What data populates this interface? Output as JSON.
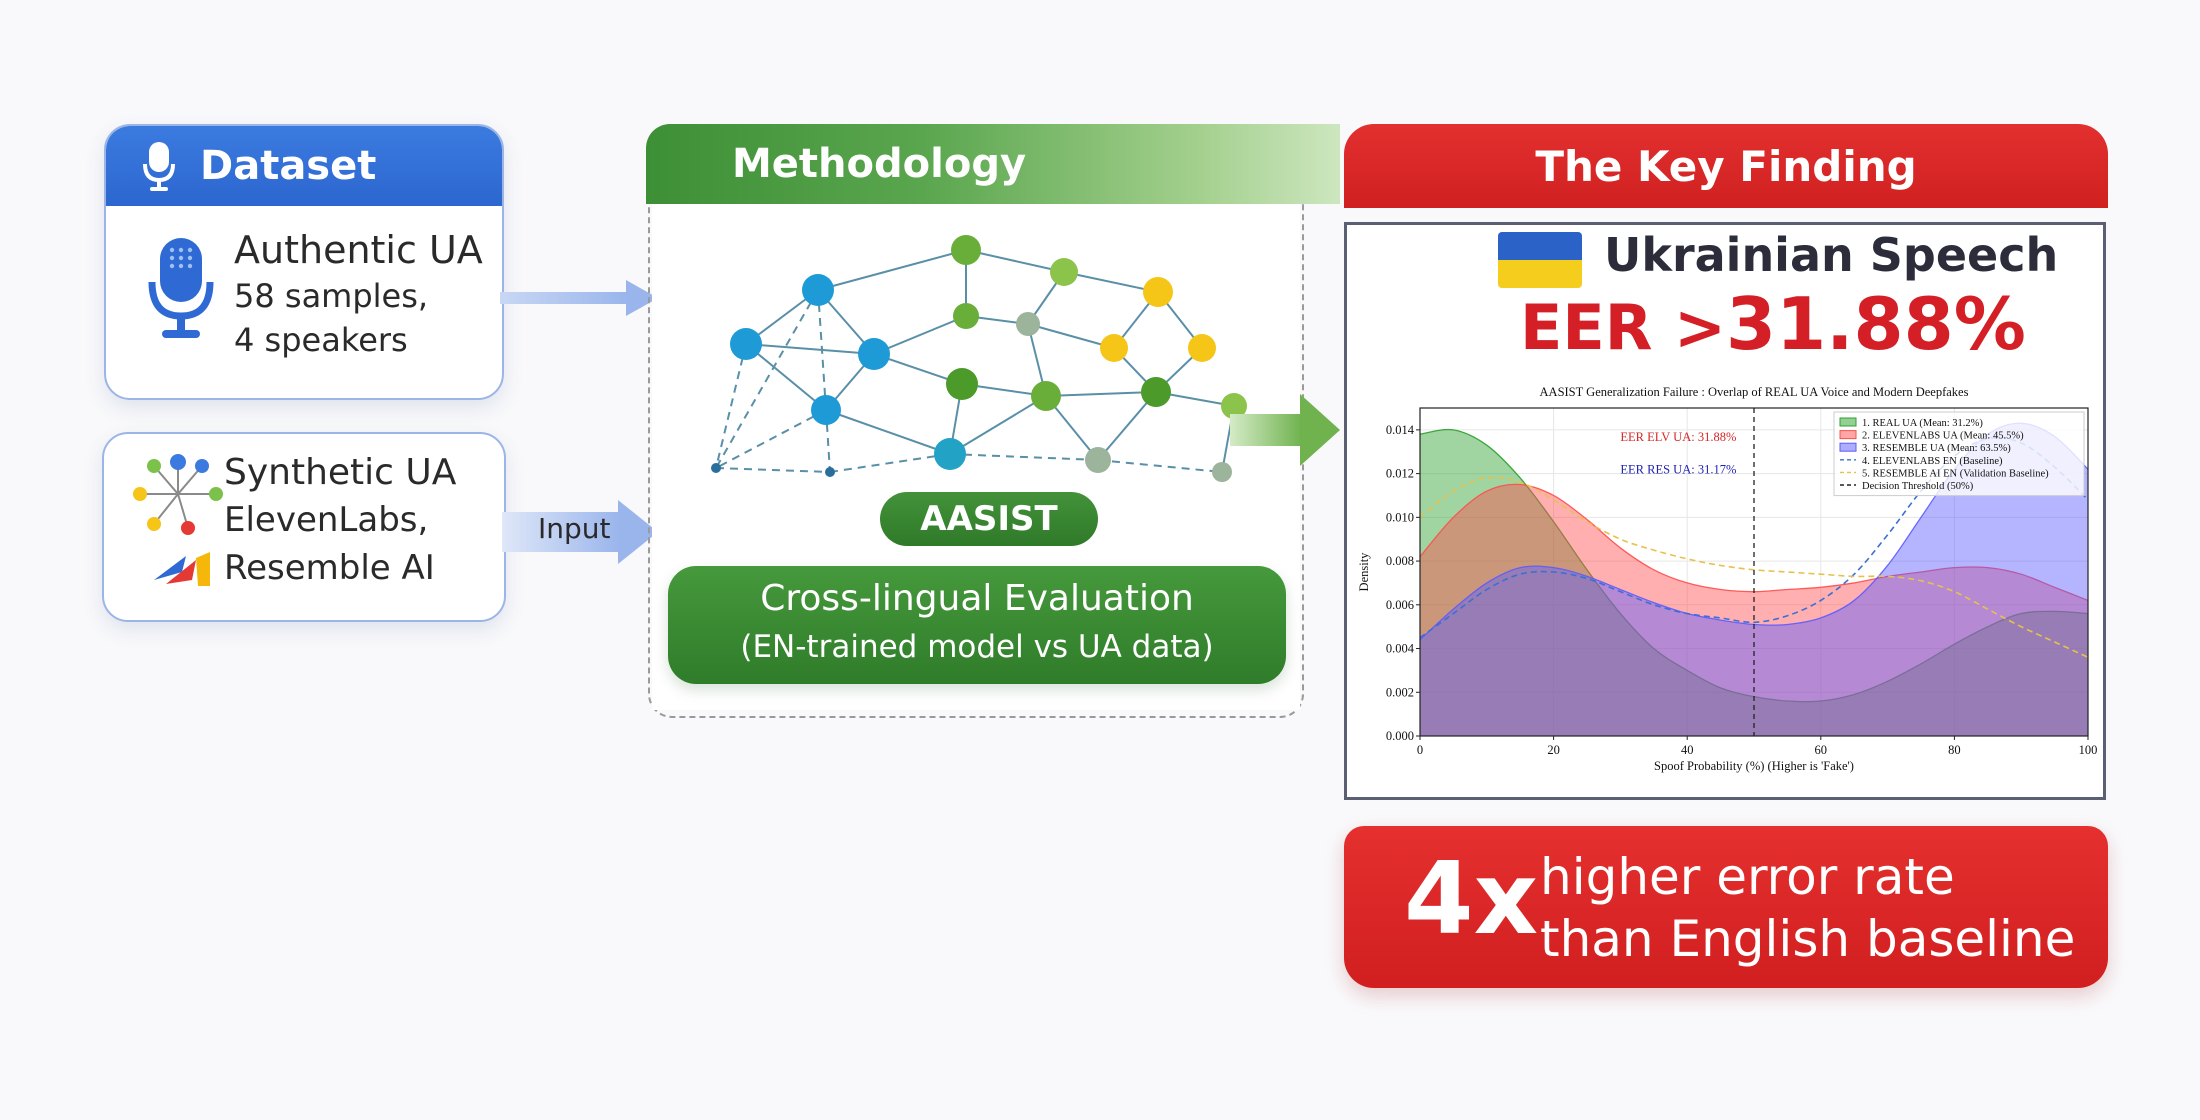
{
  "dataset": {
    "title": "Dataset",
    "authentic_title": "Authentic UA",
    "authentic_line2": "58 samples,",
    "authentic_line3": "4 speakers"
  },
  "synthetic": {
    "line1": "Synthetic UA",
    "line2": "ElevenLabs,",
    "line3": "Resemble AI"
  },
  "arrow_input_label": "Input",
  "methodology": {
    "title": "Methodology",
    "model_label": "AASIST",
    "eval_line1": "Cross-lingual Evaluation",
    "eval_line2": "(EN-trained model vs UA data)"
  },
  "finding": {
    "title": "The Key Finding",
    "language": "Ukrainian Speech",
    "eer_label": "EER >",
    "eer_value": "31.88%",
    "multiplier": "4x",
    "conclusion_line1": "higher error rate",
    "conclusion_line2": "than English baseline"
  },
  "colors": {
    "dataset_blue": "#2f6ad4",
    "method_green": "#3d8f36",
    "finding_red": "#d8252a",
    "flag_blue": "#2a62c8",
    "flag_yellow": "#f5cd1c"
  },
  "icons": [
    "microphone-icon",
    "network-hub-icon",
    "resemble-logo-icon",
    "ukraine-flag-icon",
    "arrow-right-icon",
    "neural-network-graph"
  ],
  "chart_data": {
    "type": "area",
    "title": "AASIST Generalization Failure : Overlap of REAL UA Voice and Modern Deepfakes",
    "xlabel": "Spoof Probability (%) (Higher is 'Fake')",
    "ylabel": "Density",
    "xlim": [
      0,
      100
    ],
    "ylim": [
      0,
      0.015
    ],
    "xticks": [
      0,
      20,
      40,
      60,
      80,
      100
    ],
    "yticks": [
      0.0,
      0.002,
      0.004,
      0.006,
      0.008,
      0.01,
      0.012,
      0.014
    ],
    "ytick_labels": [
      "0.000",
      "0.002",
      "0.004",
      "0.006",
      "0.008",
      "0.010",
      "0.012",
      "0.014"
    ],
    "grid": true,
    "legend_position": "top-right",
    "x": [
      0,
      5,
      10,
      15,
      20,
      25,
      30,
      35,
      40,
      45,
      50,
      55,
      60,
      65,
      70,
      75,
      80,
      85,
      90,
      95,
      100
    ],
    "series": [
      {
        "name": "1. REAL UA (Mean: 31.2%)",
        "style": "filled",
        "color": "#2ca02c",
        "values": [
          0.0138,
          0.014,
          0.0133,
          0.0118,
          0.0098,
          0.0076,
          0.0056,
          0.004,
          0.003,
          0.0022,
          0.0018,
          0.0016,
          0.0016,
          0.0019,
          0.0025,
          0.0033,
          0.0042,
          0.005,
          0.0056,
          0.0057,
          0.0056
        ]
      },
      {
        "name": "2. ELEVENLABS UA (Mean: 45.5%)",
        "style": "filled",
        "color": "#ff4d4d",
        "values": [
          0.0082,
          0.01,
          0.0112,
          0.0115,
          0.011,
          0.0099,
          0.0086,
          0.0076,
          0.007,
          0.0067,
          0.0066,
          0.0067,
          0.0068,
          0.007,
          0.0073,
          0.0075,
          0.0077,
          0.0077,
          0.0074,
          0.0068,
          0.0062
        ]
      },
      {
        "name": "3. RESEMBLE UA (Mean: 63.5%)",
        "style": "filled",
        "color": "#5b5bff",
        "values": [
          0.0044,
          0.0058,
          0.007,
          0.0077,
          0.0077,
          0.0073,
          0.0067,
          0.0061,
          0.0056,
          0.0053,
          0.0051,
          0.0051,
          0.0054,
          0.0062,
          0.0078,
          0.01,
          0.0122,
          0.0138,
          0.0143,
          0.0137,
          0.0122
        ]
      },
      {
        "name": "4. ELEVENLABS EN (Baseline)",
        "style": "dashed",
        "color": "#3a6fd8",
        "values": [
          0.0045,
          0.0056,
          0.0067,
          0.0074,
          0.0075,
          0.0072,
          0.0066,
          0.006,
          0.0056,
          0.0054,
          0.0052,
          0.0055,
          0.0062,
          0.0074,
          0.0092,
          0.0112,
          0.0128,
          0.0136,
          0.0134,
          0.0123,
          0.0108
        ]
      },
      {
        "name": "5. RESEMBLE AI EN (Validation Baseline)",
        "style": "dashed",
        "color": "#e6c24d",
        "values": [
          0.01,
          0.0112,
          0.0118,
          0.0116,
          0.0108,
          0.0098,
          0.009,
          0.0085,
          0.0081,
          0.0078,
          0.0076,
          0.0075,
          0.0074,
          0.0073,
          0.0073,
          0.0071,
          0.0066,
          0.0058,
          0.005,
          0.0043,
          0.0036
        ]
      }
    ],
    "threshold": {
      "name": "Decision Threshold (50%)",
      "x": 50
    },
    "annotations": [
      {
        "text": "EER ELV UA: 31.88%",
        "x": 30,
        "y": 0.0135,
        "color": "#d62728"
      },
      {
        "text": "EER RES UA: 31.17%",
        "x": 30,
        "y": 0.012,
        "color": "#1f1fb4"
      }
    ]
  }
}
